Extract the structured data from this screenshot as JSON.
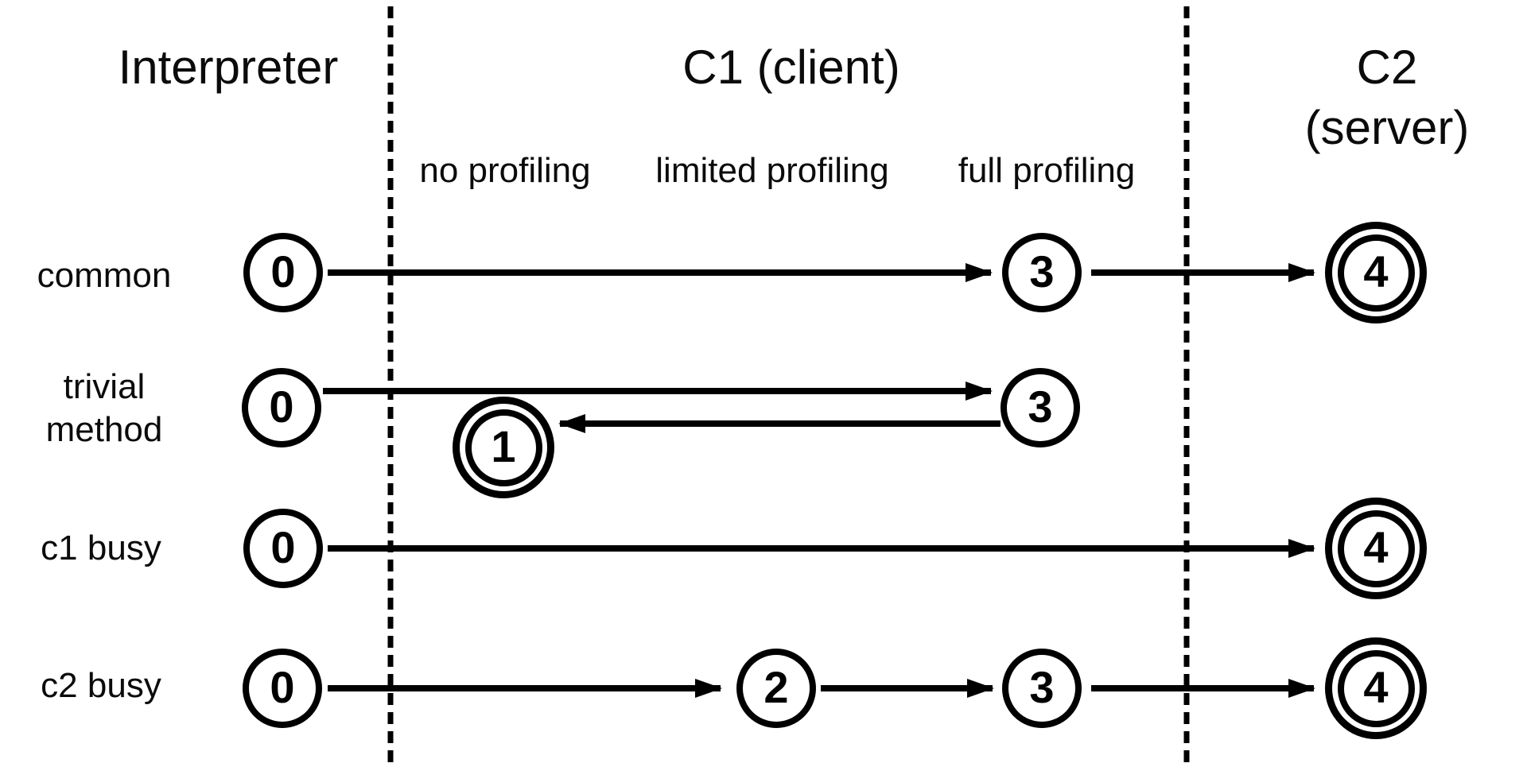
{
  "diagram": {
    "colors": {
      "ink": "#000000",
      "background": "#ffffff"
    },
    "columns": [
      {
        "label": "Interpreter"
      },
      {
        "label": "C1 (client)"
      },
      {
        "label": "C2 (server)"
      }
    ],
    "c1_sublabels": [
      {
        "label": "no profiling"
      },
      {
        "label": "limited profiling"
      },
      {
        "label": "full profiling"
      }
    ],
    "rows": [
      {
        "label": "common",
        "nodes": [
          {
            "value": "0"
          },
          {
            "value": "3"
          },
          {
            "value": "4"
          }
        ],
        "transitions": [
          {
            "from": "0",
            "to": "3"
          },
          {
            "from": "3",
            "to": "4"
          }
        ]
      },
      {
        "label": "trivial\nmethod",
        "nodes": [
          {
            "value": "0"
          },
          {
            "value": "3"
          },
          {
            "value": "1"
          }
        ],
        "transitions": [
          {
            "from": "0",
            "to": "3"
          },
          {
            "from": "3",
            "to": "1"
          }
        ]
      },
      {
        "label": "c1 busy",
        "nodes": [
          {
            "value": "0"
          },
          {
            "value": "4"
          }
        ],
        "transitions": [
          {
            "from": "0",
            "to": "4"
          }
        ]
      },
      {
        "label": "c2 busy",
        "nodes": [
          {
            "value": "0"
          },
          {
            "value": "2"
          },
          {
            "value": "3"
          },
          {
            "value": "4"
          }
        ],
        "transitions": [
          {
            "from": "0",
            "to": "2"
          },
          {
            "from": "2",
            "to": "3"
          },
          {
            "from": "3",
            "to": "4"
          }
        ]
      }
    ]
  }
}
